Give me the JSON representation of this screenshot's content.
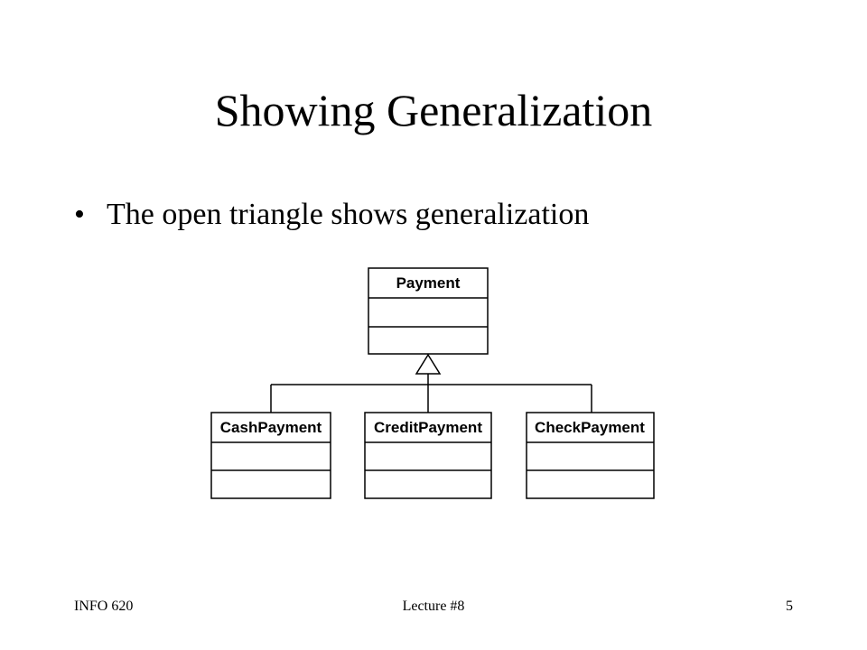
{
  "slide": {
    "title": "Showing Generalization",
    "bullets": [
      {
        "marker": "•",
        "text": "The open triangle shows generalization"
      }
    ]
  },
  "diagram": {
    "superclass": {
      "name": "Payment"
    },
    "subclasses": [
      {
        "name": "CashPayment"
      },
      {
        "name": "CreditPayment"
      },
      {
        "name": "CheckPayment"
      }
    ]
  },
  "footer": {
    "course": "INFO 620",
    "lecture": "Lecture #8",
    "page_number": "5"
  }
}
